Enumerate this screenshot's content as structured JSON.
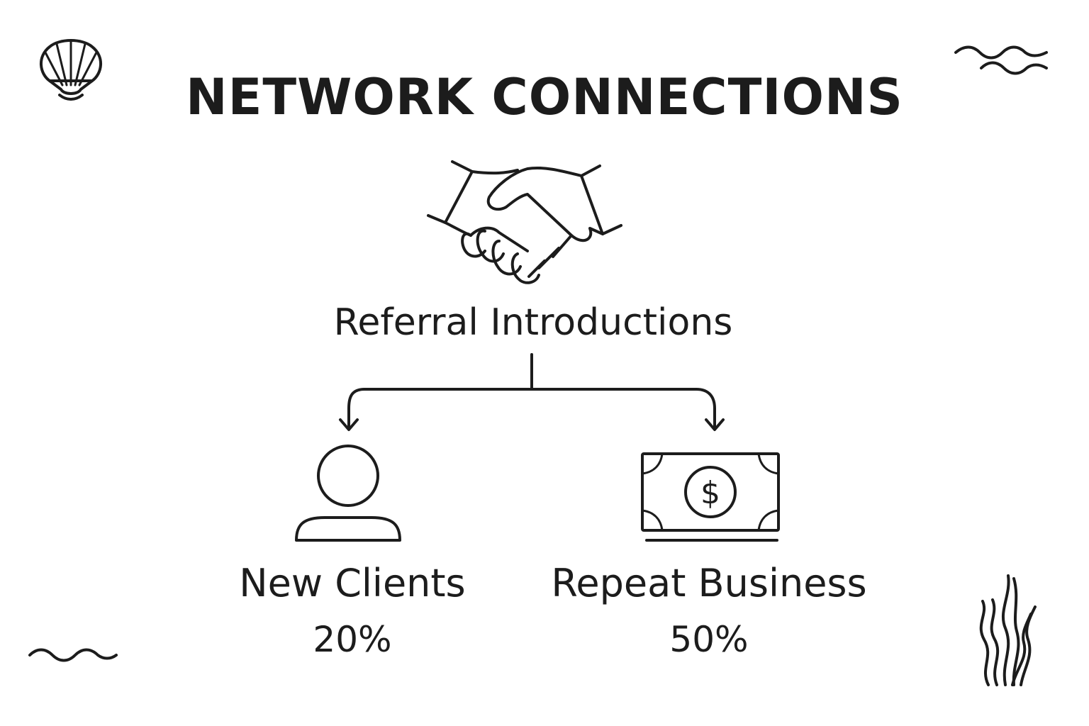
{
  "title": "NETWORK CONNECTIONS",
  "root": {
    "label": "Referral Introductions",
    "icon": "handshake-icon"
  },
  "branches": [
    {
      "label": "New Clients",
      "value": "20%",
      "icon": "person-icon"
    },
    {
      "label": "Repeat Business",
      "value": "50%",
      "icon": "money-bill-icon"
    }
  ],
  "decorations": [
    "seashell-icon",
    "waves-icon",
    "wave-icon",
    "seaweed-icon"
  ],
  "colors": {
    "ink": "#1c1c1c",
    "background": "#ffffff"
  }
}
